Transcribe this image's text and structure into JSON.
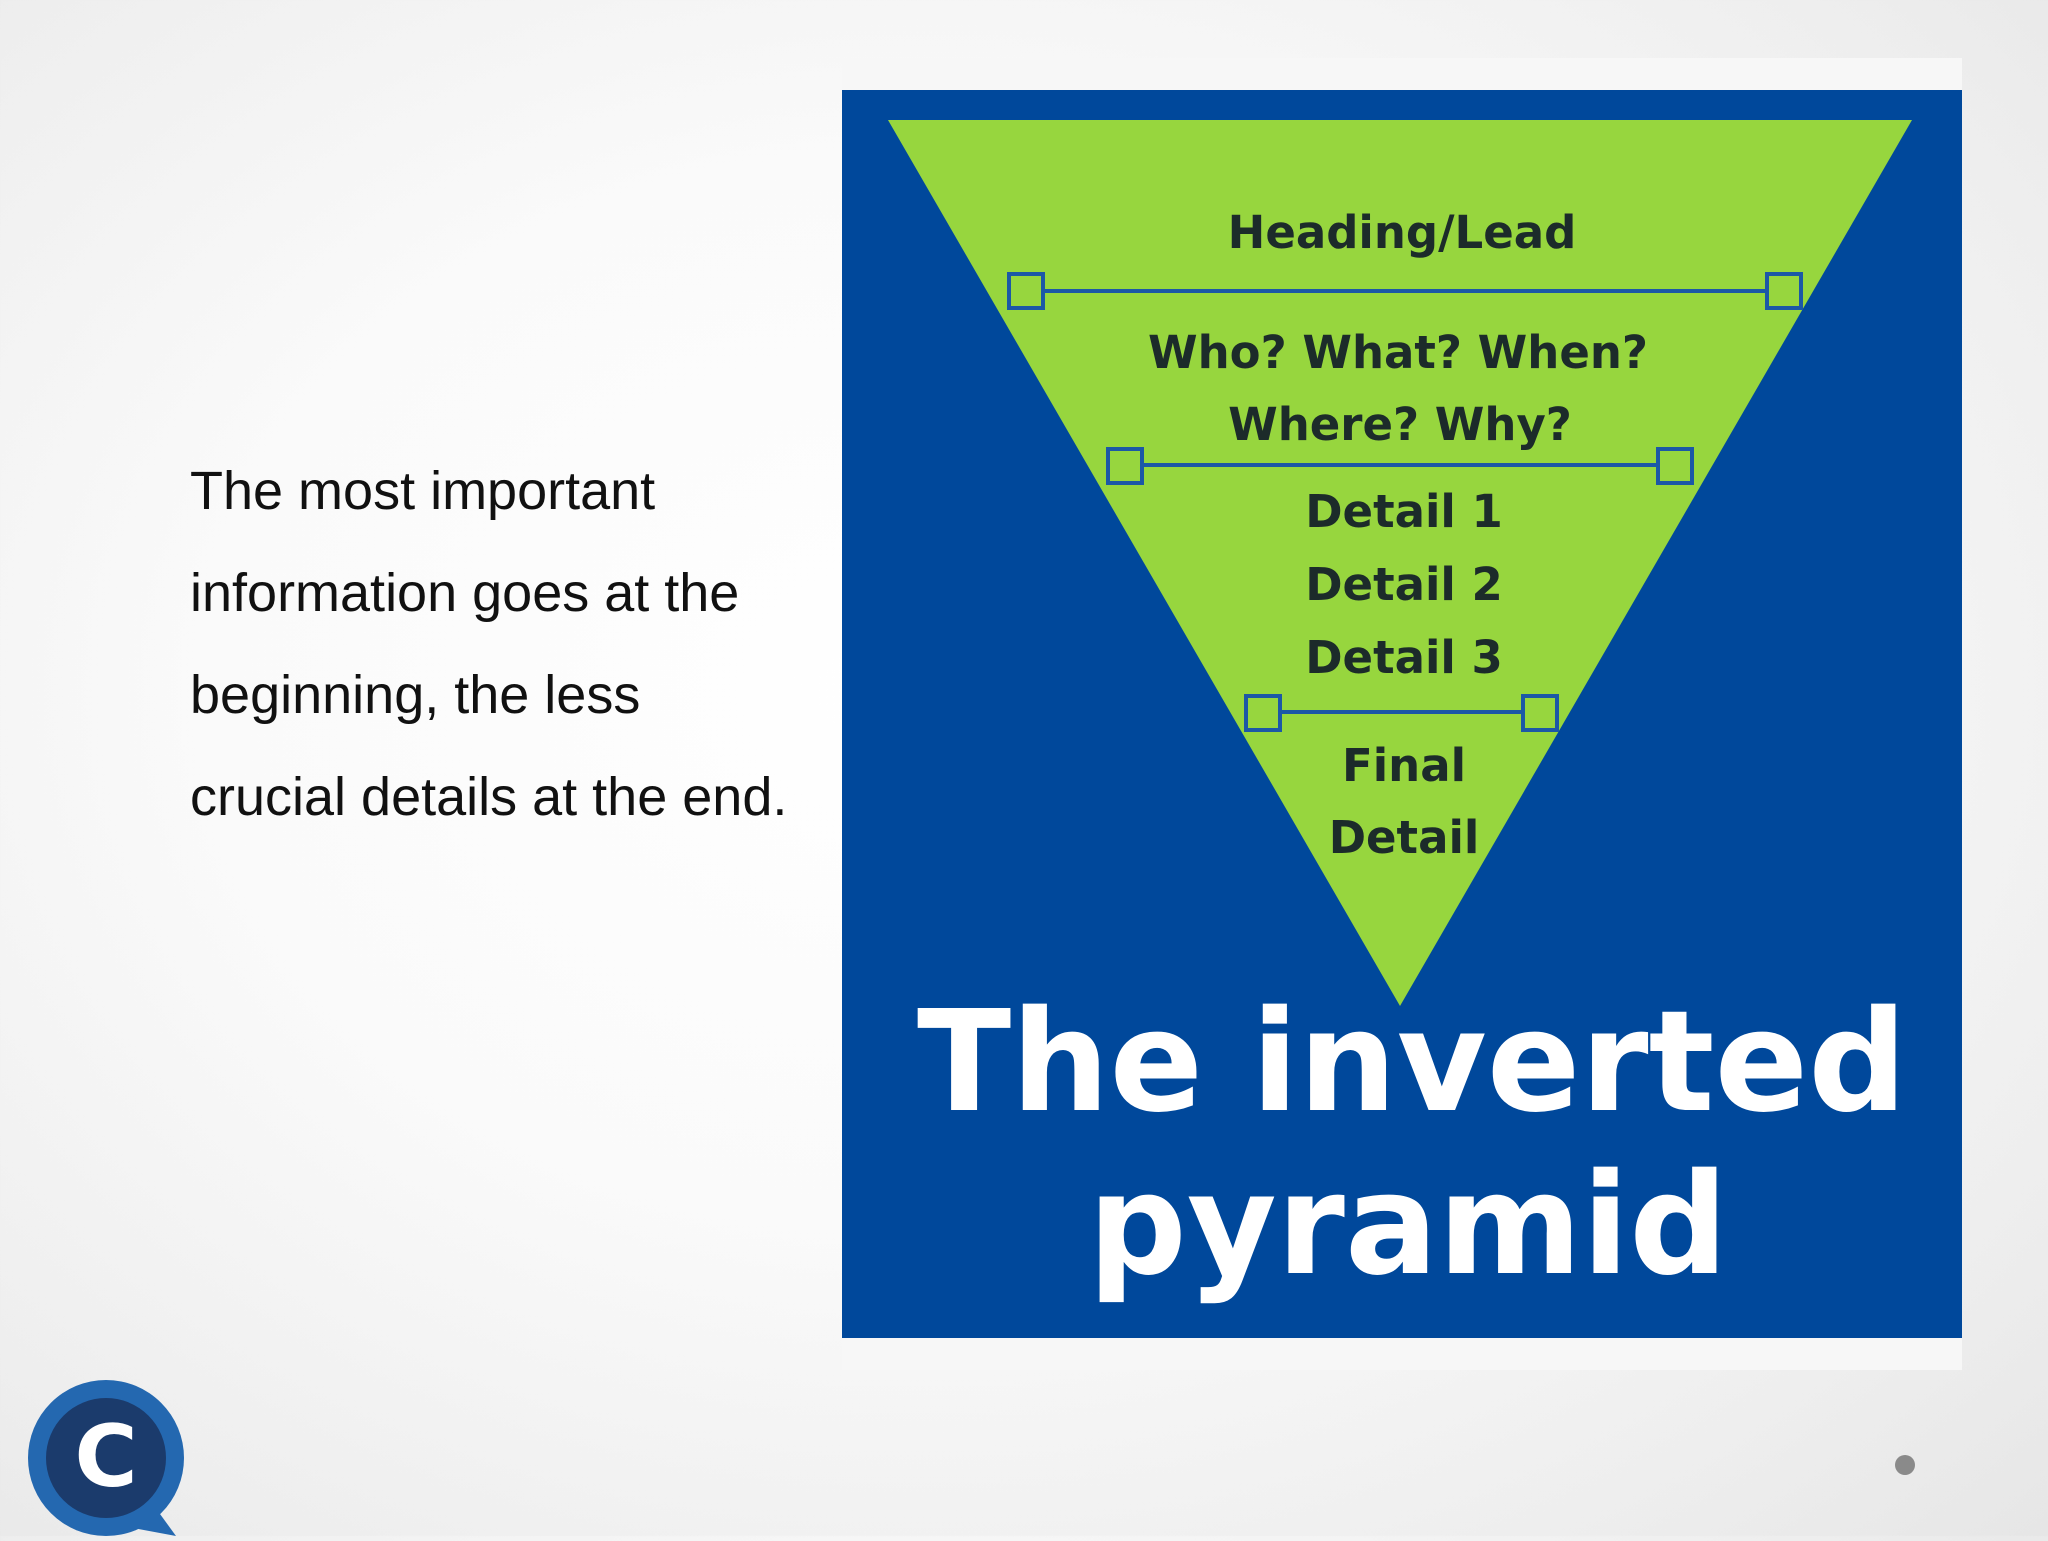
{
  "slide": {
    "body_lines": [
      "The most important",
      "information goes at the",
      "beginning, the less",
      "crucial details at the end."
    ]
  },
  "pyramid": {
    "sections": [
      {
        "lines": [
          "Heading/Lead"
        ]
      },
      {
        "lines": [
          "Who? What? When?",
          "Where? Why?"
        ]
      },
      {
        "lines": [
          "Detail 1",
          "Detail 2",
          "Detail 3"
        ]
      },
      {
        "lines": [
          "Final",
          "Detail"
        ]
      }
    ],
    "title_lines": [
      "The inverted",
      "pyramid"
    ]
  },
  "logo": {
    "letter": "C"
  },
  "colors": {
    "background_blue": "#00489b",
    "pyramid_green": "#97d63e",
    "divider_blue": "#1c58a6",
    "title_white": "#ffffff",
    "logo_navy": "#1b3b6c",
    "logo_blue": "#2468b0",
    "page_dot": "#8a8a8a"
  },
  "icons": {
    "logo": "c-chat-bubble-logo-icon",
    "page_indicator": "dot-icon"
  }
}
